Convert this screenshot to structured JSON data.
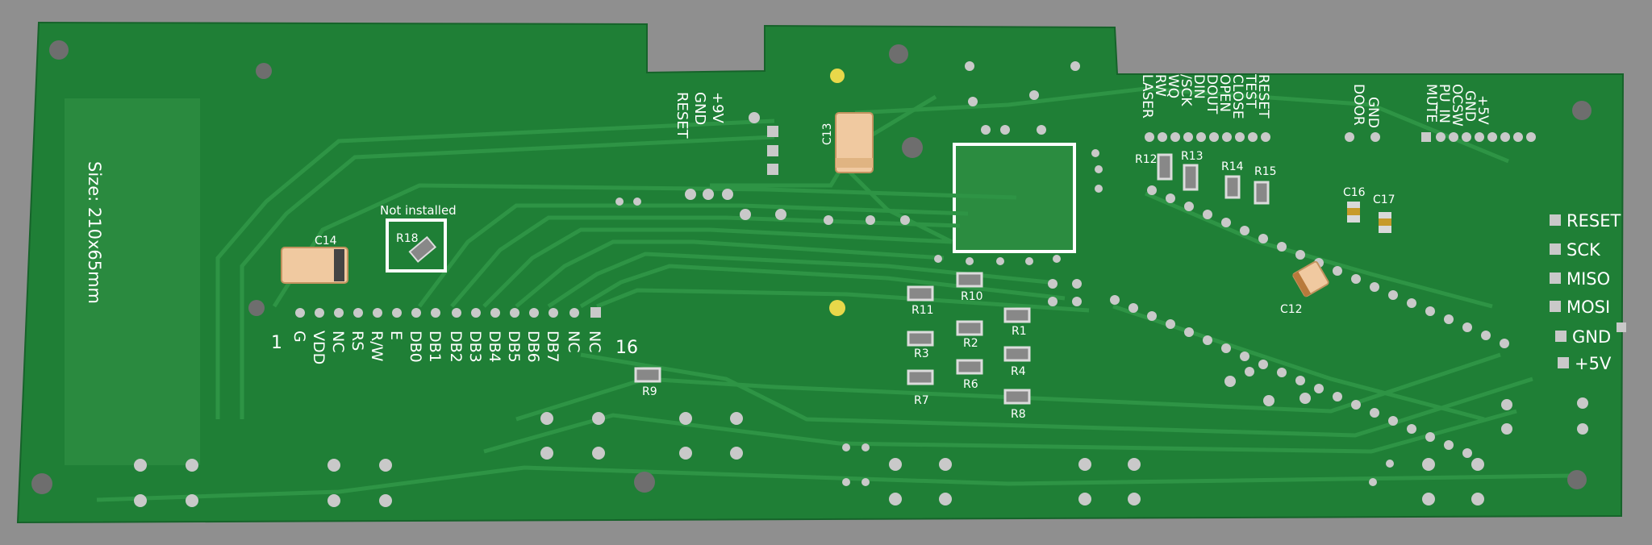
{
  "board": {
    "size_label": "Size: 210x65mm",
    "not_installed_label": "Not installed",
    "colors": {
      "background": "#8f8f8f",
      "board": "#1f7f36",
      "board_light": "#2b8c40",
      "trace": "#2e9445",
      "pad": "#c9c9c9",
      "silk": "#ffffff"
    }
  },
  "power_header": {
    "labels": [
      "+9V",
      "GND",
      "RESET"
    ]
  },
  "lcd_header": {
    "pin_first": "1",
    "pin_last": "16",
    "labels": [
      "G",
      "VDD",
      "NC",
      "RS",
      "R/W",
      "E",
      "DB0",
      "DB1",
      "DB2",
      "DB3",
      "DB4",
      "DB5",
      "DB6",
      "DB7",
      "NC",
      "NC"
    ]
  },
  "io_header": {
    "labels": [
      "LASER",
      "RW",
      "WQ",
      "/SCK",
      "DIN",
      "DOUT",
      "OPEN",
      "CLOSE",
      "TEST",
      "RESET"
    ]
  },
  "door_header": {
    "labels": [
      "DOOR",
      "GND"
    ]
  },
  "audio_header": {
    "labels": [
      "MUTE",
      "PU_IN",
      "OCSW",
      "GND",
      "+5V"
    ]
  },
  "isp_header": {
    "labels": [
      "RESET",
      "SCK",
      "MISO",
      "MOSI",
      "GND",
      "+5V"
    ]
  },
  "components": {
    "capacitors": [
      "C13",
      "C14",
      "C12",
      "C16",
      "C17"
    ],
    "resistors": [
      "R1",
      "R2",
      "R3",
      "R4",
      "R6",
      "R7",
      "R8",
      "R9",
      "R10",
      "R11",
      "R12",
      "R13",
      "R14",
      "R15",
      "R18"
    ]
  }
}
